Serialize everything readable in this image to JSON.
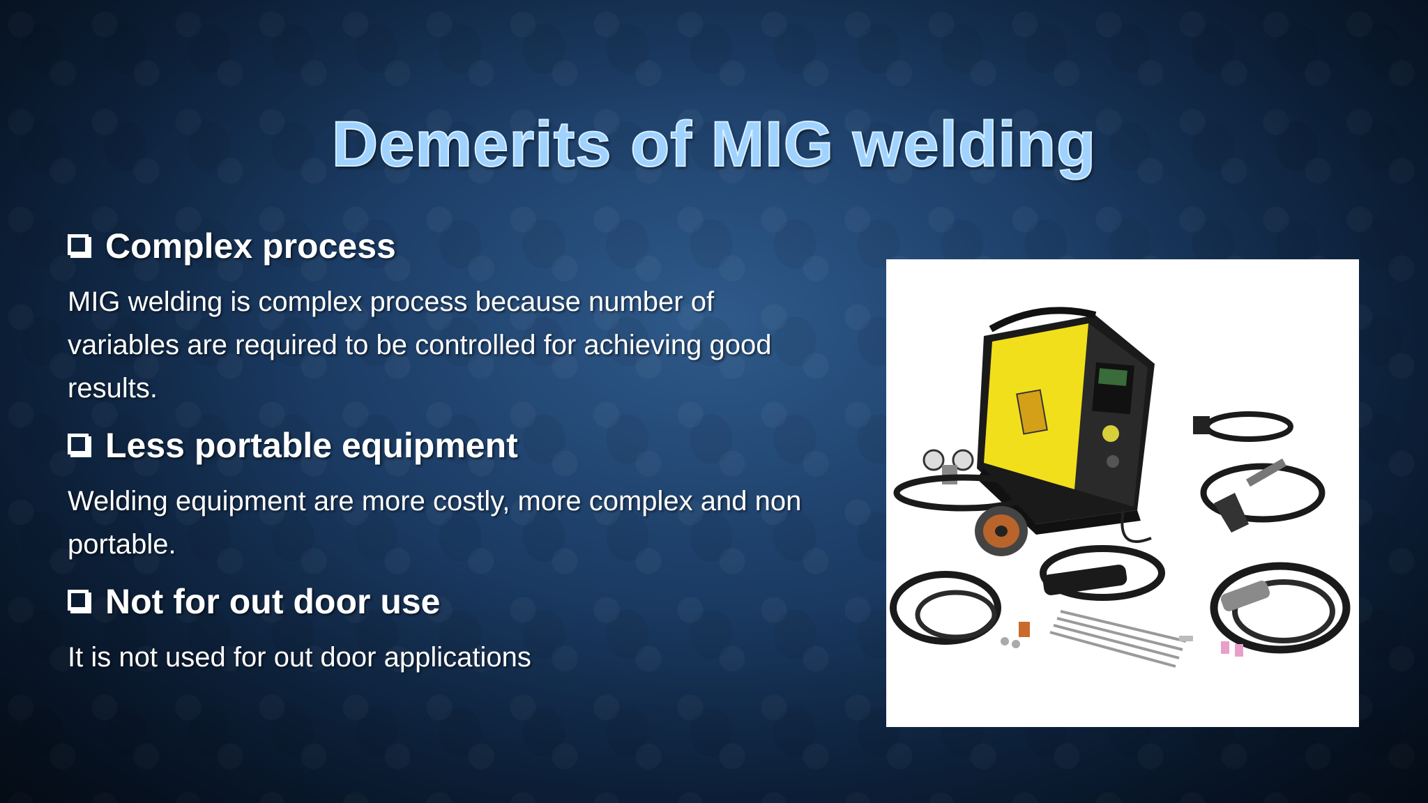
{
  "slide": {
    "title": "Demerits of MIG welding",
    "sections": [
      {
        "heading": "Complex process",
        "text": "MIG welding is complex process because number of variables are required to be controlled for achieving good results."
      },
      {
        "heading": "Less portable equipment",
        "text": "Welding equipment are more costly, more complex and non portable."
      },
      {
        "heading": "Not for out door use",
        "text": "It is not used for out door applications"
      }
    ],
    "image": {
      "icon": "welding-machine-kit-photo",
      "machine_color": "#f2df1c"
    }
  }
}
